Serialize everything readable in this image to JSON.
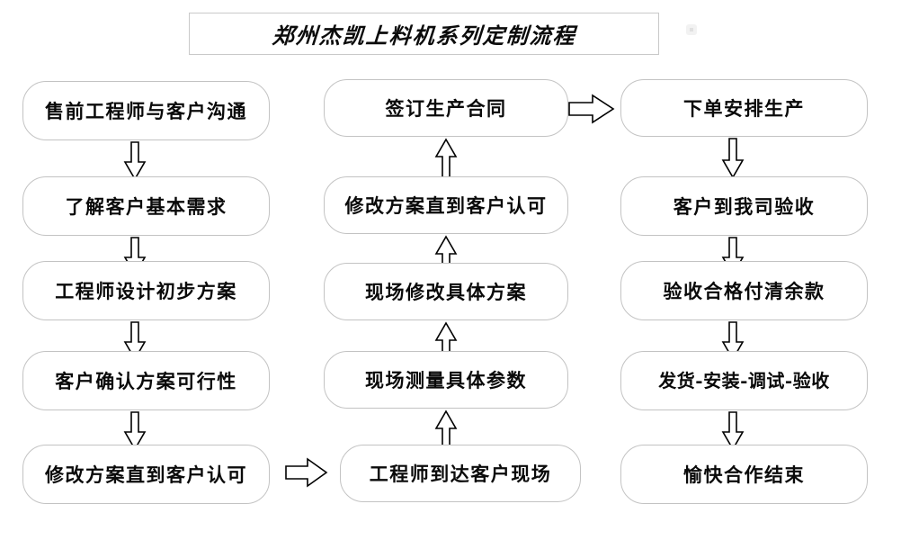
{
  "title": {
    "text": "郑州杰凯上料机系列定制流程"
  },
  "colors": {
    "box_border": "#c3c3c3",
    "title_border": "#c9c9c9",
    "text": "#0a0a0a",
    "arrow_stroke": "#000000",
    "background": "#ffffff"
  },
  "columns": [
    {
      "name": "left-column",
      "direction": "down",
      "nodes": [
        {
          "label": "售前工程师与客户沟通"
        },
        {
          "label": "了解客户基本需求"
        },
        {
          "label": "工程师设计初步方案"
        },
        {
          "label": "客户确认方案可行性"
        },
        {
          "label": "修改方案直到客户认可"
        }
      ]
    },
    {
      "name": "middle-column",
      "direction": "up",
      "nodes": [
        {
          "label": "签订生产合同"
        },
        {
          "label": "修改方案直到客户认可"
        },
        {
          "label": "现场修改具体方案"
        },
        {
          "label": "现场测量具体参数"
        },
        {
          "label": "工程师到达客户现场"
        }
      ]
    },
    {
      "name": "right-column",
      "direction": "down",
      "nodes": [
        {
          "label": "下单安排生产"
        },
        {
          "label": "客户到我司验收"
        },
        {
          "label": "验收合格付清余款"
        },
        {
          "label": "发货-安装-调试-验收"
        },
        {
          "label": "愉快合作结束"
        }
      ]
    }
  ],
  "connectors": {
    "left_down": [
      "down-arrow",
      "down-arrow",
      "down-arrow",
      "down-arrow"
    ],
    "middle_up": [
      "up-arrow",
      "up-arrow",
      "up-arrow",
      "up-arrow"
    ],
    "right_down": [
      "down-arrow",
      "down-arrow",
      "down-arrow",
      "down-arrow"
    ],
    "left_to_middle": "right-arrow",
    "middle_to_right": "right-arrow"
  }
}
